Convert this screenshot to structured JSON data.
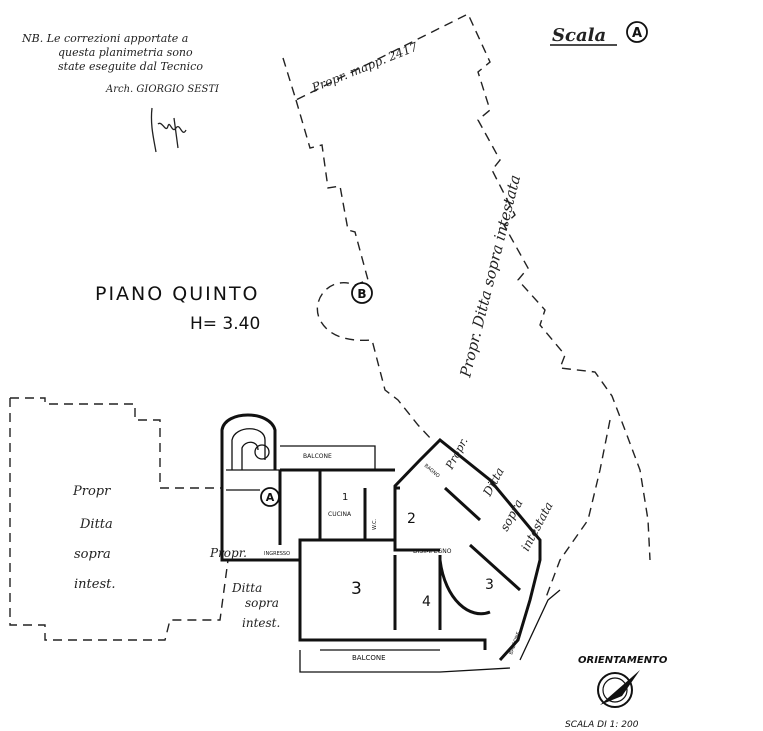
{
  "note": {
    "line1": "NB. Le correzioni apportate a",
    "line2": "questa planimetria sono",
    "line3": "state eseguite dal Tecnico",
    "line4": "Arch. GIORGIO SESTI"
  },
  "scale_title": {
    "label": "Scala",
    "marker": "A"
  },
  "floor": {
    "title": "PIANO QUINTO",
    "height": "H= 3.40"
  },
  "marker_b": "B",
  "labels": {
    "mapp": "Propr. mapp. 2417",
    "ditta_b": "Propr. Ditta sopra intestata",
    "left_1": "Propr",
    "left_2": "Ditta",
    "left_3": "sopra",
    "left_4": "intest.",
    "mid_1": "Propr.",
    "mid_2": "Ditta",
    "mid_3": "sopra",
    "mid_4": "intest.",
    "right_1": "Propr.",
    "right_2": "Ditta",
    "right_3": "sopra",
    "right_4": "intestata",
    "marker_a": "A"
  },
  "rooms": {
    "balcone_top": "BALCONE",
    "cucina": "CUCINA",
    "room1": "1",
    "room2": "2",
    "room3a": "3",
    "room3b": "3",
    "room4": "4",
    "wc": "W.C.",
    "bagno": "BAGNO",
    "disimpegno": "DISIMPEGNO",
    "ingresso": "INGRESSO",
    "balcone_bottom": "BALCONE",
    "balcone_right": "BALCONE"
  },
  "orientamento": {
    "title": "ORIENTAMENTO",
    "scale": "SCALA DI 1: 200"
  }
}
